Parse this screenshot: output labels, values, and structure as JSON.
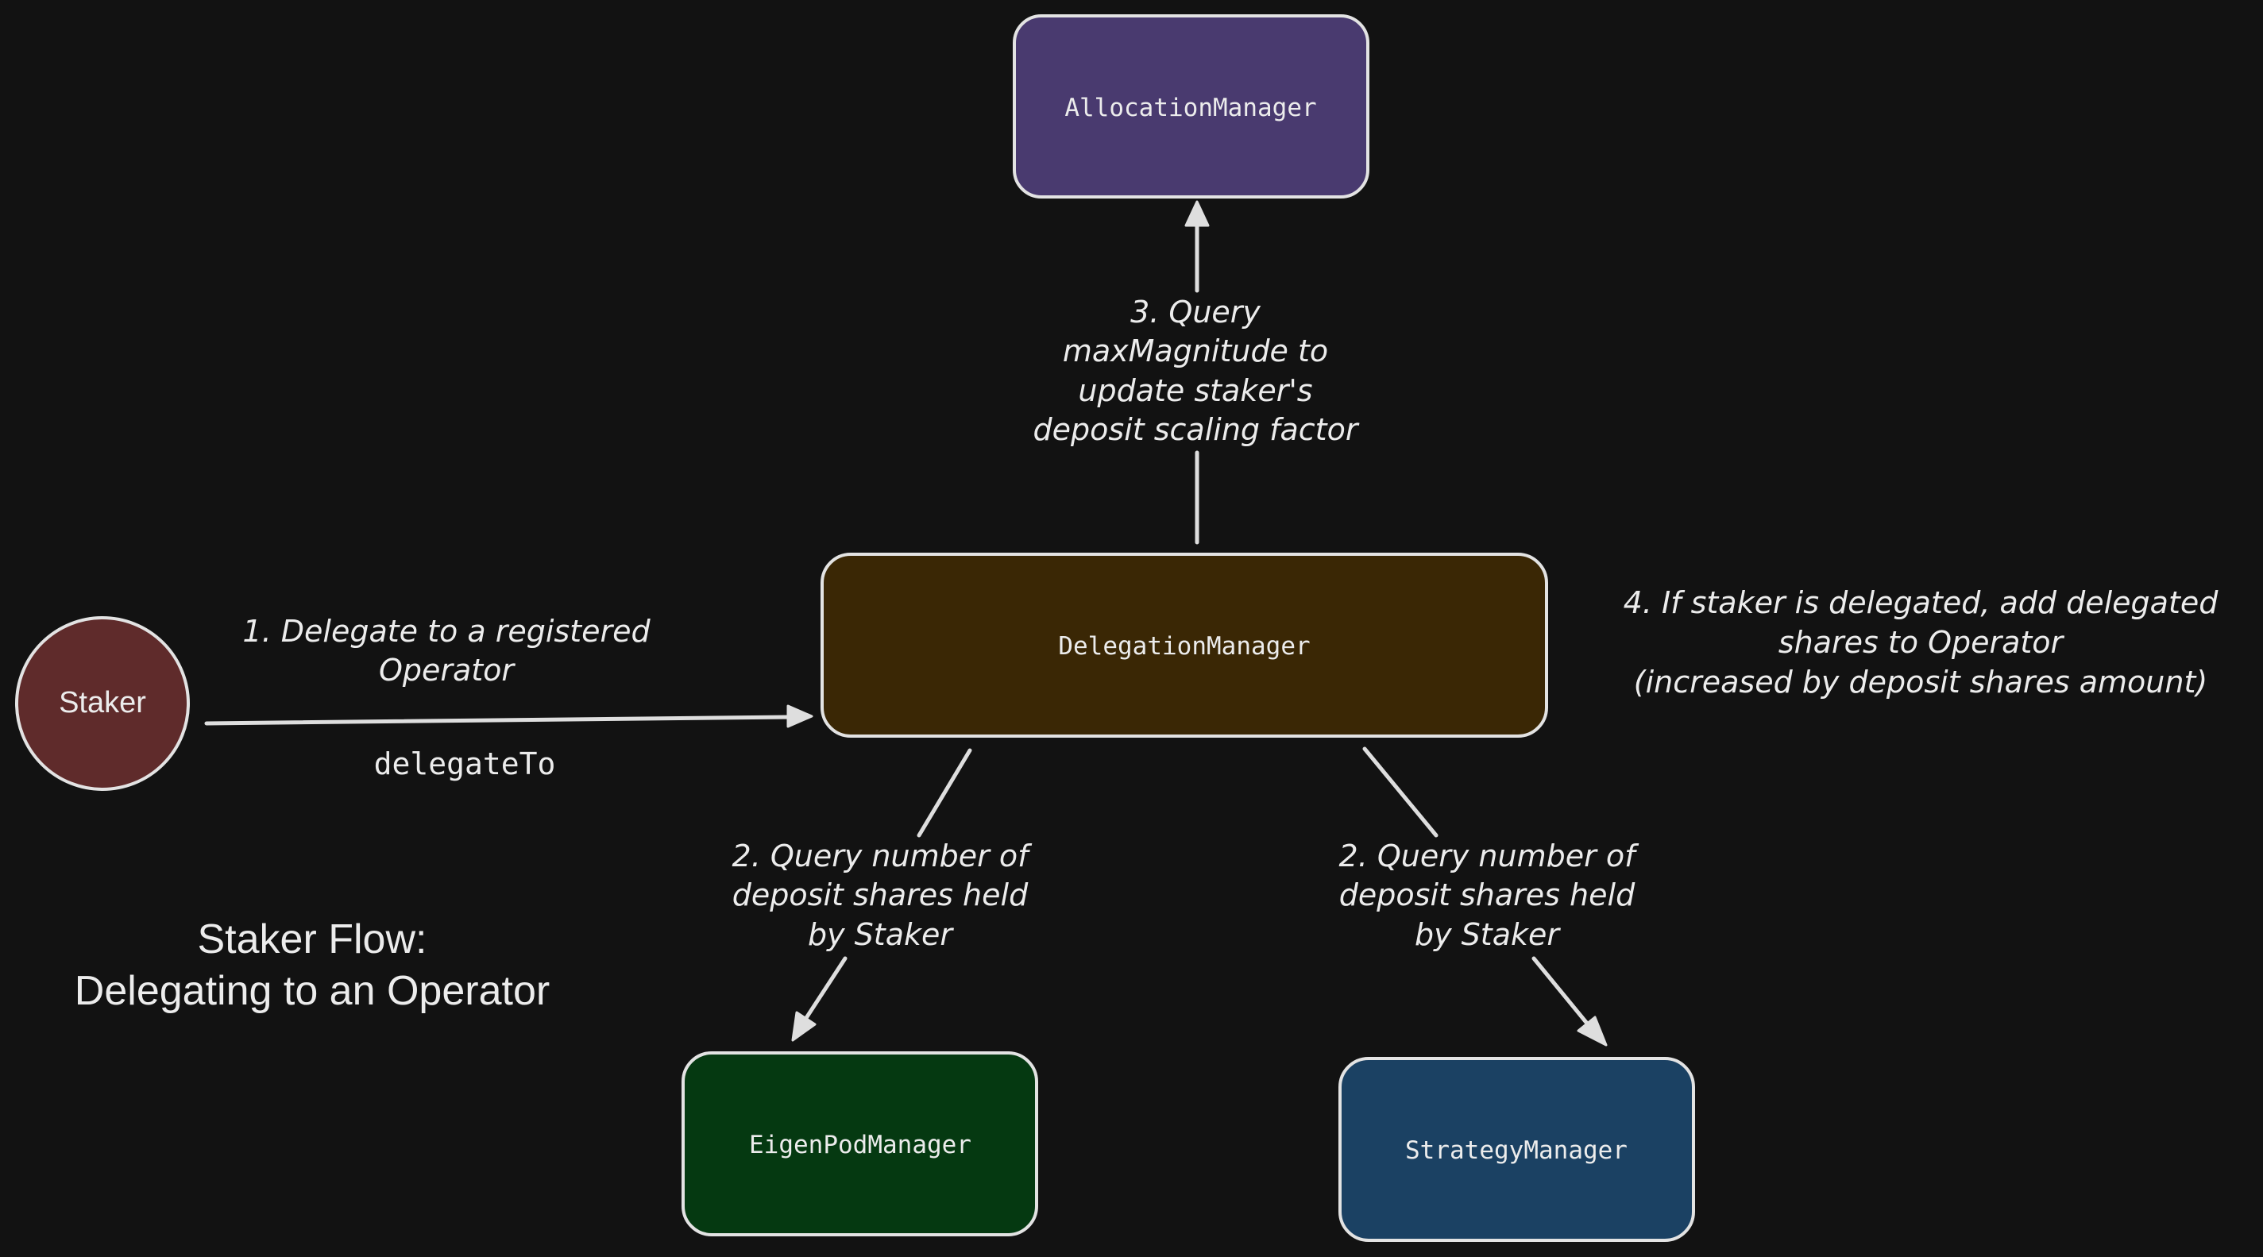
{
  "colors": {
    "background": "#121212",
    "allocation_manager": "#493a6f",
    "delegation_manager": "#3a2705",
    "eigenpod_manager": "#053911",
    "strategy_manager": "#1b4163",
    "staker": "#5f2b2b",
    "stroke": "#e3e3e3",
    "text": "#ececec"
  },
  "nodes": {
    "allocation_manager": "AllocationManager",
    "delegation_manager": "DelegationManager",
    "eigenpod_manager": "EigenPodManager",
    "strategy_manager": "StrategyManager",
    "staker": "Staker"
  },
  "edges": {
    "delegate": {
      "lines": [
        "1. Delegate to a registered",
        "Operator"
      ],
      "function": "delegateTo"
    },
    "query_allocation": {
      "lines": [
        "3. Query",
        "maxMagnitude to",
        "update staker's",
        "deposit scaling factor"
      ]
    },
    "query_eigenpod": {
      "lines": [
        "2. Query number of",
        "deposit shares held",
        "by Staker"
      ]
    },
    "query_strategy": {
      "lines": [
        "2. Query number of",
        "deposit shares held",
        "by Staker"
      ]
    }
  },
  "note": {
    "lines": [
      "4. If staker is delegated, add delegated",
      "shares to Operator",
      "(increased by deposit shares amount)"
    ]
  },
  "title": {
    "lines": [
      "Staker Flow:",
      "Delegating to an Operator"
    ]
  }
}
